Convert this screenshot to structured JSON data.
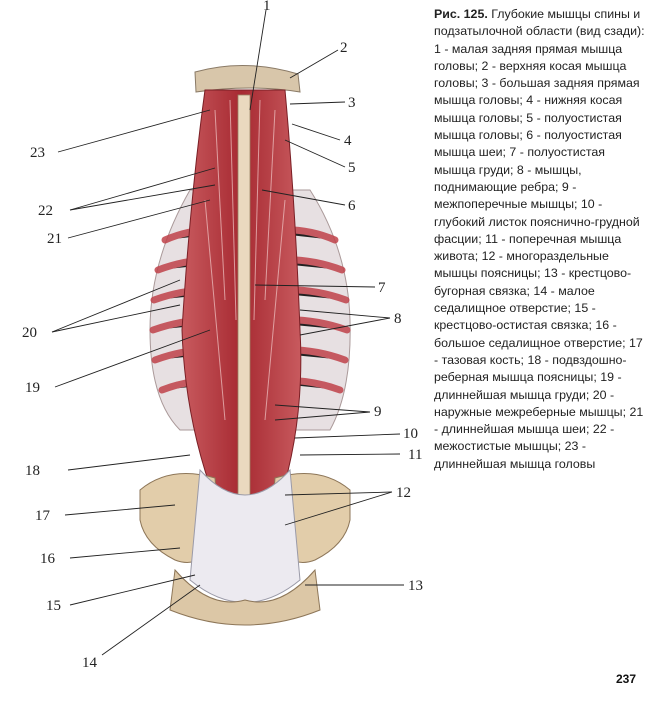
{
  "caption": {
    "title": "Рис. 125.",
    "text": "Глубокие мышцы спины и подзатылочной области (вид сзади): 1 - малая задняя прямая мышца головы; 2 - верхняя косая мышца головы; 3 - большая задняя прямая мышца головы; 4 - нижняя косая мышца головы; 5 - полуостистая мышца головы; 6 - полуостистая мышца шеи; 7 - полуостистая мышца груди; 8 - мышцы, поднимающие ребра; 9 - межпоперечные мышцы; 10 - глубокий листок пояснично-грудной фасции; 11 - поперечная мышца живота; 12 - многораздельные мышцы поясницы; 13 - крестцово-бугорная связка; 14 - малое седалищное отверстие; 15 - крестцово-остистая связка; 16 - большое седалищное отверстие; 17 - тазовая кость; 18 - подвздошно-реберная мышца поясницы; 19 - длиннейшая мышца груди; 20 - наружные межреберные мышцы; 21 - длиннейшая мышца шеи; 22 - межостистые мышцы; 23 - длиннейшая мышца головы"
  },
  "page_number": "237",
  "labels": {
    "l1": "1",
    "l2": "2",
    "l3": "3",
    "l4": "4",
    "l5": "5",
    "l6": "6",
    "l7": "7",
    "l8": "8",
    "l9": "9",
    "l10": "10",
    "l11": "11",
    "l12": "12",
    "l13": "13",
    "l14": "14",
    "l15": "15",
    "l16": "16",
    "l17": "17",
    "l18": "18",
    "l19": "19",
    "l20": "20",
    "l21": "21",
    "l22": "22",
    "l23": "23"
  },
  "colors": {
    "muscle": "#b8323a",
    "muscle_light": "#d9777a",
    "bone": "#e3d2b7",
    "fascia": "#e9e4e6",
    "label": "#222222"
  }
}
